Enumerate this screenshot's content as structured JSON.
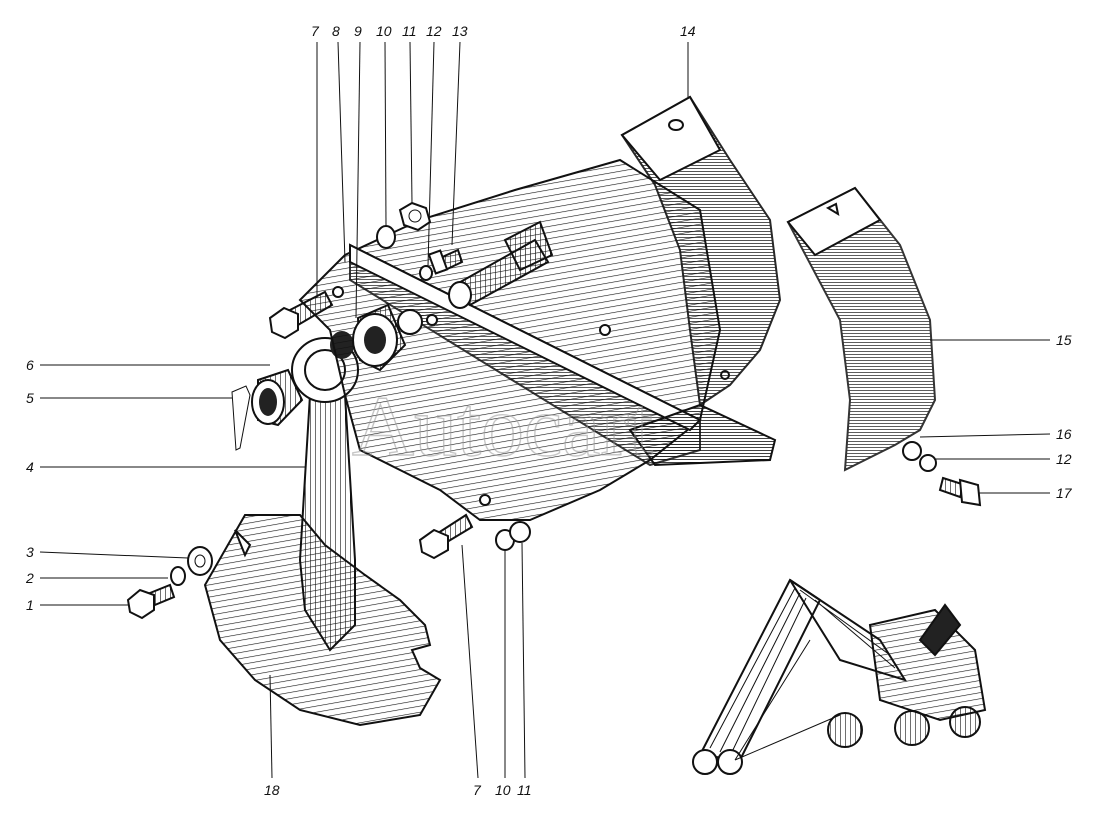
{
  "watermark": "Autocart",
  "labels": {
    "l1": "1",
    "l2": "2",
    "l3": "3",
    "l4": "4",
    "l5": "5",
    "l6": "6",
    "l7_top": "7",
    "l8": "8",
    "l9": "9",
    "l10_top": "10",
    "l11_top": "11",
    "l12_top": "12",
    "l13": "13",
    "l14": "14",
    "l15": "15",
    "l16": "16",
    "l12_right": "12",
    "l17": "17",
    "l18": "18",
    "l7_bottom": "7",
    "l10_bottom": "10",
    "l11_bottom": "11"
  },
  "colors": {
    "ink": "#111111",
    "shade": "#2a2a2a",
    "paper": "#ffffff",
    "watermark": "#9a9a9a"
  }
}
